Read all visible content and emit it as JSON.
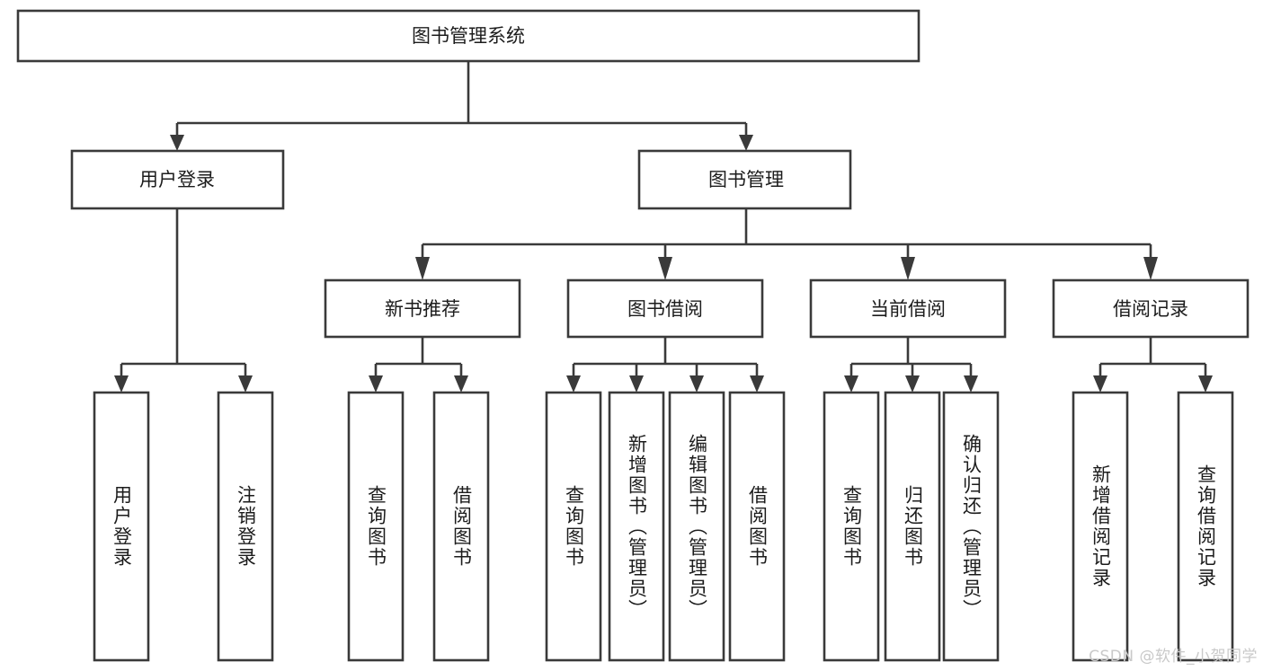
{
  "diagram": {
    "type": "tree",
    "title": "图书管理系统",
    "watermark": "CSDN @软件_小贺同学",
    "colors": {
      "stroke": "#3a3a3a",
      "fill": "#ffffff",
      "text": "#1c1c1c",
      "watermark": "#c9c9c9"
    },
    "root": {
      "id": "root",
      "label": "图书管理系统",
      "orientation": "horizontal"
    },
    "level2": [
      {
        "id": "user-login",
        "label": "用户登录",
        "orientation": "horizontal"
      },
      {
        "id": "book-management",
        "label": "图书管理",
        "orientation": "horizontal"
      }
    ],
    "level3": [
      {
        "id": "new-book-recommend",
        "label": "新书推荐",
        "orientation": "horizontal",
        "parent": "book-management"
      },
      {
        "id": "book-borrow",
        "label": "图书借阅",
        "orientation": "horizontal",
        "parent": "book-management"
      },
      {
        "id": "current-borrow",
        "label": "当前借阅",
        "orientation": "horizontal",
        "parent": "book-management"
      },
      {
        "id": "borrow-record",
        "label": "借阅记录",
        "orientation": "horizontal",
        "parent": "book-management"
      }
    ],
    "leaves": [
      {
        "id": "leaf-user-login",
        "label": "用户登录",
        "orientation": "vertical",
        "parent": "user-login"
      },
      {
        "id": "leaf-logout-login",
        "label": "注销登录",
        "orientation": "vertical",
        "parent": "user-login"
      },
      {
        "id": "leaf-query-book-1",
        "label": "查询图书",
        "orientation": "vertical",
        "parent": "new-book-recommend"
      },
      {
        "id": "leaf-borrow-book-1",
        "label": "借阅图书",
        "orientation": "vertical",
        "parent": "new-book-recommend"
      },
      {
        "id": "leaf-query-book-2",
        "label": "查询图书",
        "orientation": "vertical",
        "parent": "book-borrow"
      },
      {
        "id": "leaf-add-book",
        "label": "新增图书（管理员）",
        "orientation": "vertical",
        "parent": "book-borrow"
      },
      {
        "id": "leaf-edit-book",
        "label": "编辑图书（管理员）",
        "orientation": "vertical",
        "parent": "book-borrow"
      },
      {
        "id": "leaf-borrow-book-2",
        "label": "借阅图书",
        "orientation": "vertical",
        "parent": "book-borrow"
      },
      {
        "id": "leaf-query-book-3",
        "label": "查询图书",
        "orientation": "vertical",
        "parent": "current-borrow"
      },
      {
        "id": "leaf-return-book",
        "label": "归还图书",
        "orientation": "vertical",
        "parent": "current-borrow"
      },
      {
        "id": "leaf-confirm-return",
        "label": "确认归还（管理员）",
        "orientation": "vertical",
        "parent": "current-borrow"
      },
      {
        "id": "leaf-add-record",
        "label": "新增借阅记录",
        "orientation": "vertical",
        "parent": "borrow-record"
      },
      {
        "id": "leaf-query-record",
        "label": "查询借阅记录",
        "orientation": "vertical",
        "parent": "borrow-record"
      }
    ]
  }
}
